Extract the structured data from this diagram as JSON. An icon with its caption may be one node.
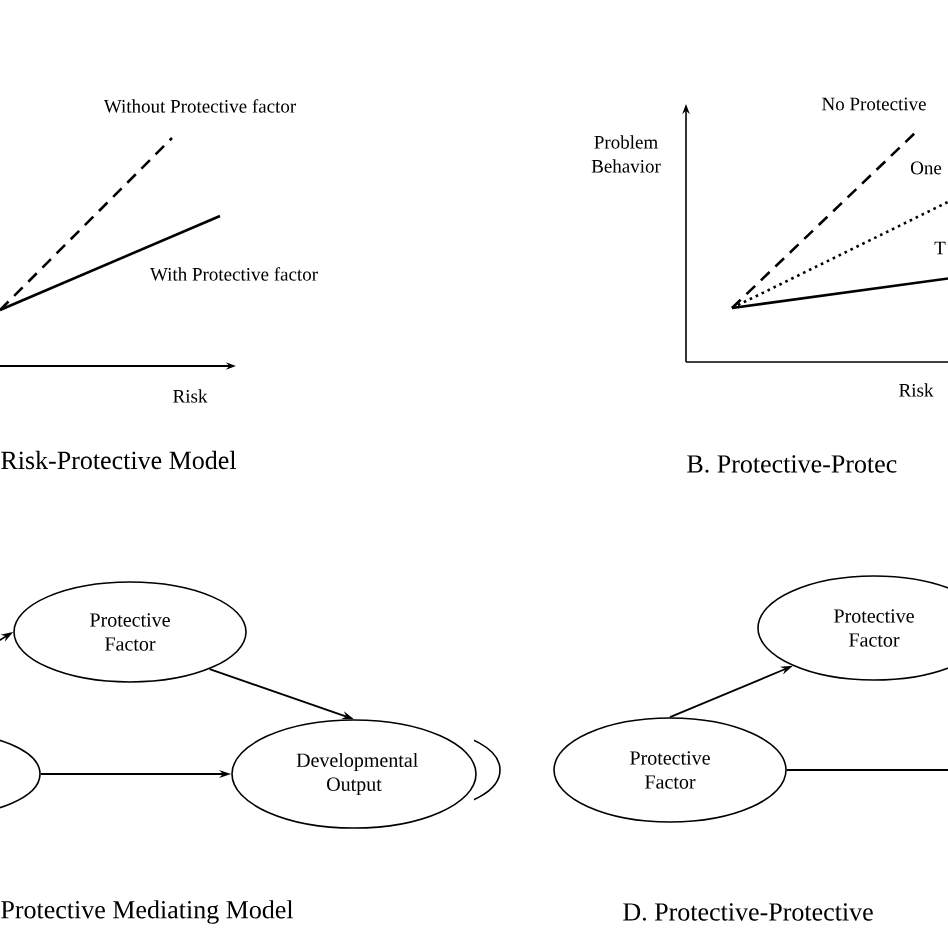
{
  "diagram": {
    "nodes": [
      {
        "text": [
          "Protective Factor"
        ]
      },
      {
        "text": [
          "Developmental Output"
        ]
      },
      {
        "text": [],
        "shape": "ellipse"
      },
      {
        "text": [
          "Protective Factor"
        ]
      },
      {
        "text": [
          "Protective Factor"
        ]
      },
      {
        "text": [],
        "shape": "ellipse"
      }
    ],
    "edges": [
      {
        "from": null,
        "to": 0,
        "arrow": "to"
      },
      {
        "from": 0,
        "to": 1,
        "arrow": "to"
      },
      {
        "from": 2,
        "to": 1,
        "arrow": "to"
      },
      {
        "from": 4,
        "to": 3,
        "arrow": "to"
      },
      {
        "from": 4,
        "to": null,
        "arrow": "none"
      }
    ],
    "labels": [
      "Without Protective factor",
      "No Protective",
      "Problem Behavior",
      "One",
      "With Protective factor",
      "T",
      "Risk",
      "Risk",
      "Risk-Protective Model",
      "B. Protective-Protec",
      "Protective Mediating Model",
      "D. Protective-Protective"
    ]
  }
}
